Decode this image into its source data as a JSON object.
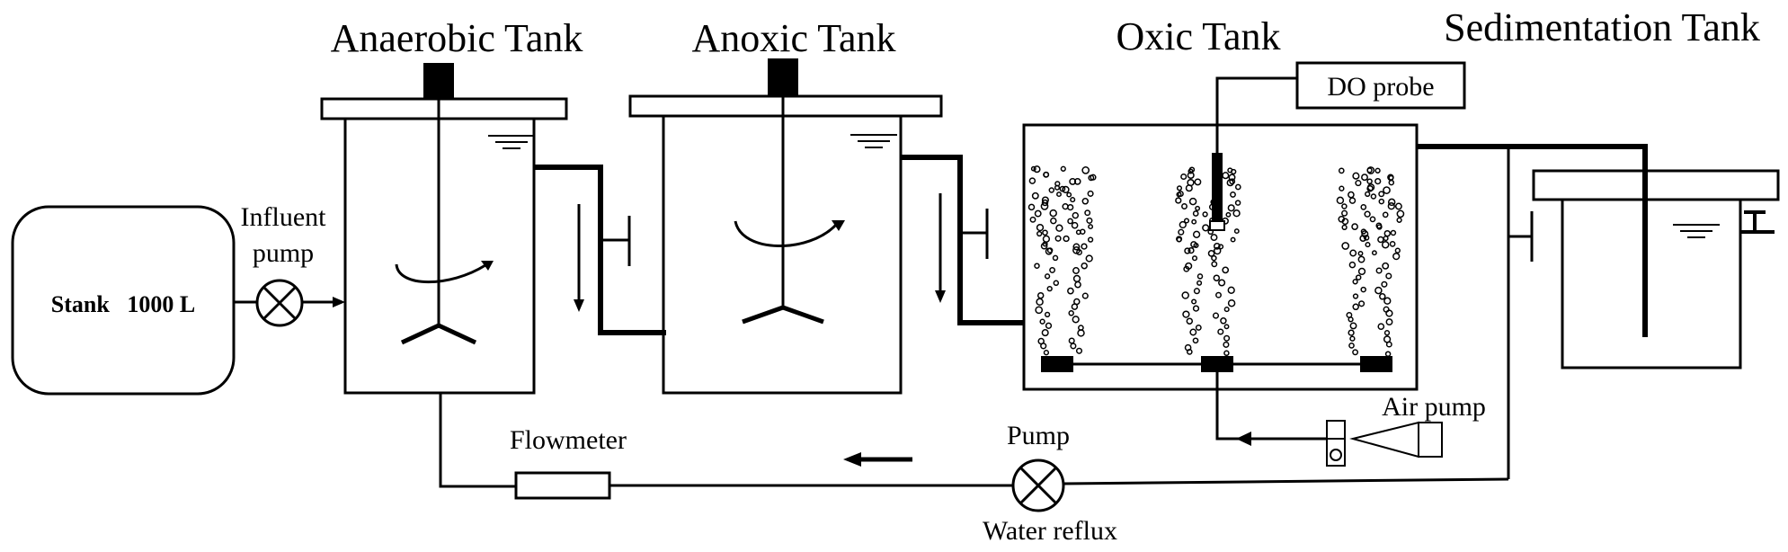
{
  "tanks": {
    "anaerobic": "Anaerobic Tank",
    "anoxic": "Anoxic Tank",
    "oxic": "Oxic Tank",
    "sedimentation": "Sedimentation Tank"
  },
  "stank_label": "Stank   1000 L",
  "labels": {
    "influent_pump_line1": "Influent",
    "influent_pump_line2": "pump",
    "do_probe": "DO probe",
    "air_pump": "Air pump",
    "flowmeter": "Flowmeter",
    "pump": "Pump",
    "water_reflux": "Water reflux"
  }
}
